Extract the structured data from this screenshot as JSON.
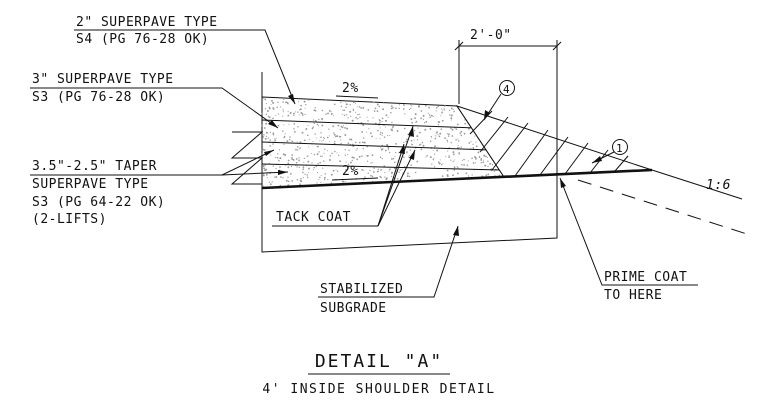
{
  "callouts": {
    "s4": {
      "line1": "2\" SUPERPAVE TYPE",
      "line2": "S4 (PG 76-28 OK)"
    },
    "s3": {
      "line1": "3\" SUPERPAVE TYPE",
      "line2": "S3 (PG 76-28 OK)"
    },
    "taper": {
      "line1": "3.5\"-2.5\" TAPER",
      "line2": "SUPERPAVE TYPE",
      "line3": "S3 (PG 64-22 OK)",
      "line4": "(2-LIFTS)"
    },
    "tack_coat": "TACK COAT",
    "stabilized": {
      "line1": "STABILIZED",
      "line2": "SUBGRADE"
    },
    "prime_coat": {
      "line1": "PRIME COAT",
      "line2": "TO HERE"
    }
  },
  "dimension": "2'-0\"",
  "slopes": {
    "top": "2%",
    "bottom": "2%",
    "side": "1:6"
  },
  "markers": {
    "a": "4",
    "b": "1"
  },
  "title": "DETAIL \"A\"",
  "subtitle": "4' INSIDE SHOULDER DETAIL",
  "colors": {
    "ink": "#111111",
    "background": "#ffffff",
    "aggregate": "#9a9a9a"
  }
}
